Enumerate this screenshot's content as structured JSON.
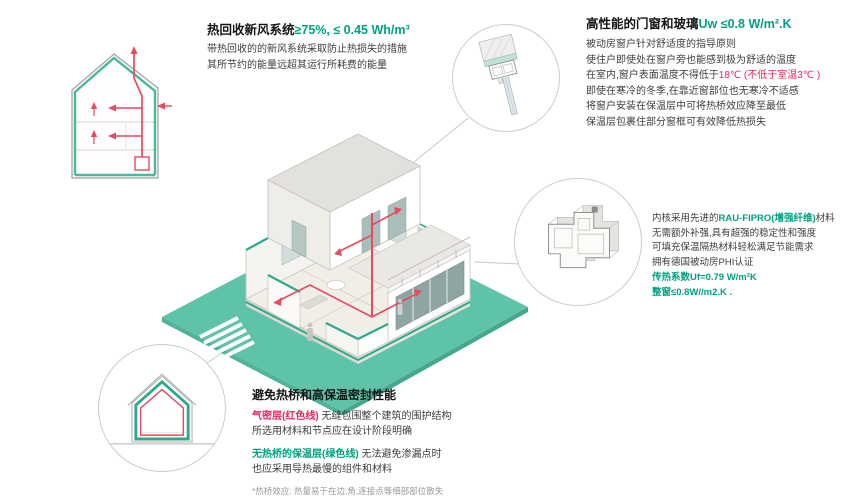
{
  "colors": {
    "green_text": "#00a282",
    "red_text": "#f0255f",
    "red_line": "#e84a5f",
    "teal_line": "#2fa98c",
    "teal_ground": "#5ec3a9",
    "gray_leader": "#c8c8c8"
  },
  "heat_recovery": {
    "title": "热回收新风系统",
    "title_metric": "≥75%, ≤ 0.45 Wh/m³",
    "line1": "带热回收的的新风系统采取防止热损失的措施",
    "line2": "其所节约的能量远超其运行所耗费的能量"
  },
  "windows": {
    "title": "高性能的门窗和玻璃",
    "title_metric": "Uw ≤0.8 W/m².K",
    "line1": "被动房窗户针对舒适度的指导原则",
    "line2": "使住户即使处在窗户旁也能感到极为舒适的温度",
    "line3_pre": "在室内,窗户表面温度不得低于",
    "line3_red": "18℃ (不低于室温3℃ )",
    "line4": "即使在寒冷的冬季,在靠近窗部位也无寒冷不适感",
    "line5": "将窗户安装在保温层中可将热桥效应降至最低",
    "line6": "保温层包裹住部分窗框可有效降低热损失"
  },
  "profile": {
    "line1_pre": "内核采用先进的",
    "line1_green": "RAU-FIPRO(增强纤维)",
    "line1_post": "材料",
    "line2": "无需额外补强,具有超强的稳定性和强度",
    "line3": "可填充保温隔热材料轻松满足节能需求",
    "line4": "拥有德国被动房PHI认证",
    "line5": "传热系数Uf=0.79 W/m²K",
    "line6": "整窗≤0.8W//m2.K ."
  },
  "thermal": {
    "title": "避免热桥和高保温密封性能",
    "p1_red": "气密层(红色线)",
    "p1_rest": " 无缝包围整个建筑的围护结构",
    "p1_line2": "所选用材料和节点应在设计阶段明确",
    "p2_green": "无热桥的保温层(绿色线)",
    "p2_rest": " 无法避免渗漏点时",
    "p2_line2": "也应采用导热最慢的组件和材料",
    "note": "*热桥效应: 热量易于在边,角,连接点等细部部位散失"
  }
}
